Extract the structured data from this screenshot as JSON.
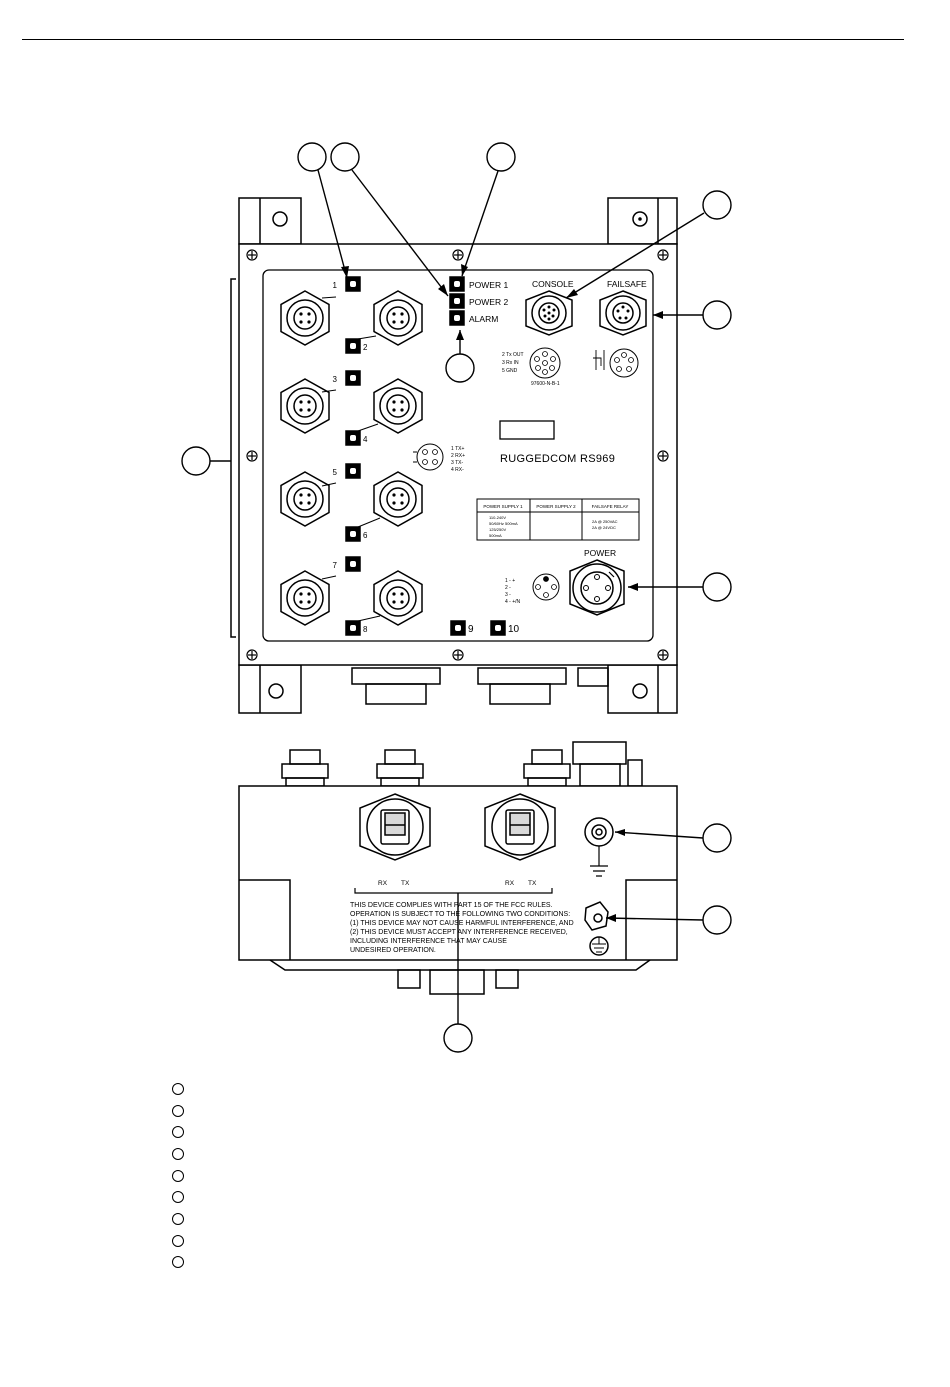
{
  "ports": [
    {
      "num": "1"
    },
    {
      "num": "2"
    },
    {
      "num": "3"
    },
    {
      "num": "4"
    },
    {
      "num": "5"
    },
    {
      "num": "6"
    },
    {
      "num": "7"
    },
    {
      "num": "8"
    },
    {
      "num": "9"
    },
    {
      "num": "10"
    }
  ],
  "leds": {
    "power1": "POWER 1",
    "power2": "POWER 2",
    "alarm": "ALARM"
  },
  "connectors": {
    "console": "CONSOLE",
    "failsafe": "FAILSAFE",
    "power": "POWER"
  },
  "console_pinout": [
    "2  Tx OUT",
    "3  Rx IN",
    "5  GND"
  ],
  "console_part": "97600-N-B-1",
  "ethernet_pinout": [
    "1  TX+",
    "2  RX+",
    "3  TX-",
    "4  RX-"
  ],
  "power_pinout": [
    "1 - +",
    "2 -",
    "3 -",
    "4 - +/N"
  ],
  "model": "RUGGEDCOM RS969",
  "ratings": {
    "headers": [
      "POWER SUPPLY 1",
      "POWER SUPPLY 2",
      "FAILSAFE RELAY"
    ],
    "ps1": [
      "110-240V",
      "50/60Hz 500mA",
      "125/250V",
      "500mA"
    ],
    "relay": [
      "2A @ 250VAC",
      "2A @ 24VDC"
    ]
  },
  "fiber_labels": {
    "rx": "RX",
    "tx": "TX"
  },
  "fcc_notice": [
    "THIS DEVICE COMPLIES WITH PART 15 OF THE FCC RULES.",
    "OPERATION IS SUBJECT TO THE FOLLOWING TWO CONDITIONS:",
    "(1) THIS DEVICE MAY NOT CAUSE HARMFUL INTERFERENCE, AND",
    "(2) THIS DEVICE MUST ACCEPT ANY INTERFERENCE RECEIVED,",
    "INCLUDING INTERFERENCE THAT MAY CAUSE",
    "UNDESIRED OPERATION."
  ],
  "legend_count": 9
}
